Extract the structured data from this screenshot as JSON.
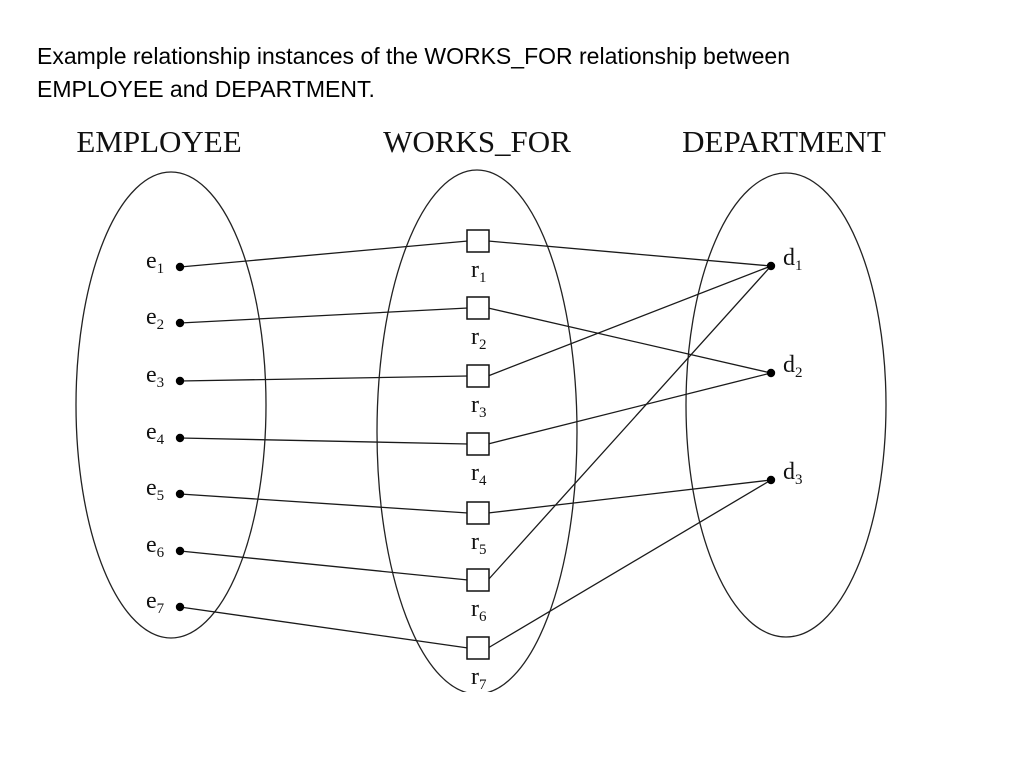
{
  "caption": {
    "line1": "Example relationship instances of the WORKS_FOR relationship between",
    "line2": "EMPLOYEE and DEPARTMENT."
  },
  "sets": {
    "employee": "EMPLOYEE",
    "works_for": "WORKS_FOR",
    "department": "DEPARTMENT"
  },
  "employees": [
    {
      "base": "e",
      "sub": "1"
    },
    {
      "base": "e",
      "sub": "2"
    },
    {
      "base": "e",
      "sub": "3"
    },
    {
      "base": "e",
      "sub": "4"
    },
    {
      "base": "e",
      "sub": "5"
    },
    {
      "base": "e",
      "sub": "6"
    },
    {
      "base": "e",
      "sub": "7"
    }
  ],
  "relationships": [
    {
      "base": "r",
      "sub": "1"
    },
    {
      "base": "r",
      "sub": "2"
    },
    {
      "base": "r",
      "sub": "3"
    },
    {
      "base": "r",
      "sub": "4"
    },
    {
      "base": "r",
      "sub": "5"
    },
    {
      "base": "r",
      "sub": "6"
    },
    {
      "base": "r",
      "sub": "7"
    }
  ],
  "departments": [
    {
      "base": "d",
      "sub": "1"
    },
    {
      "base": "d",
      "sub": "2"
    },
    {
      "base": "d",
      "sub": "3"
    }
  ],
  "instances": [
    {
      "relationship": "r1",
      "employee": "e1",
      "department": "d1"
    },
    {
      "relationship": "r2",
      "employee": "e2",
      "department": "d2"
    },
    {
      "relationship": "r3",
      "employee": "e3",
      "department": "d1"
    },
    {
      "relationship": "r4",
      "employee": "e4",
      "department": "d2"
    },
    {
      "relationship": "r5",
      "employee": "e5",
      "department": "d3"
    },
    {
      "relationship": "r6",
      "employee": "e6",
      "department": "d1"
    },
    {
      "relationship": "r7",
      "employee": "e7",
      "department": "d3"
    }
  ]
}
